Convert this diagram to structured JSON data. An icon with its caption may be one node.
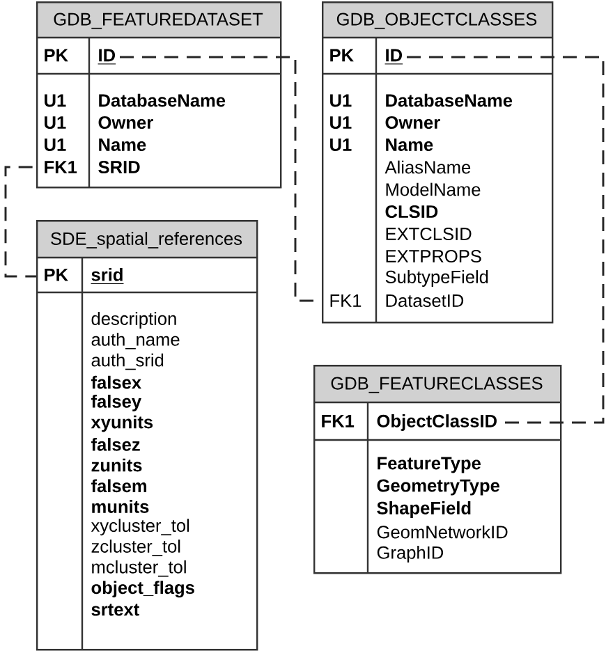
{
  "diagram": {
    "nodes": [
      {
        "text": [
          "GDB_FEATUREDATASET"
        ]
      },
      {
        "text": [
          "PK",
          "ID"
        ],
        "in": 0
      },
      {
        "text": [
          "U1",
          "DatabaseName"
        ],
        "in": 0
      },
      {
        "text": [
          "U1",
          "Owner"
        ],
        "in": 0
      },
      {
        "text": [
          "U1",
          "Name"
        ],
        "in": 0
      },
      {
        "text": [
          "FK1",
          "SRID"
        ],
        "in": 0
      },
      {
        "text": [
          "SDE_spatial_references"
        ]
      },
      {
        "text": [
          "PK",
          "srid"
        ],
        "in": 6
      },
      {
        "text": [
          "description"
        ],
        "in": 6
      },
      {
        "text": [
          "auth_name"
        ],
        "in": 6
      },
      {
        "text": [
          "auth_srid"
        ],
        "in": 6
      },
      {
        "text": [
          "falsex"
        ],
        "in": 6
      },
      {
        "text": [
          "falsey"
        ],
        "in": 6
      },
      {
        "text": [
          "xyunits"
        ],
        "in": 6
      },
      {
        "text": [
          "falsez"
        ],
        "in": 6
      },
      {
        "text": [
          "zunits"
        ],
        "in": 6
      },
      {
        "text": [
          "falsem"
        ],
        "in": 6
      },
      {
        "text": [
          "munits"
        ],
        "in": 6
      },
      {
        "text": [
          "xycluster_tol"
        ],
        "in": 6
      },
      {
        "text": [
          "zcluster_tol"
        ],
        "in": 6
      },
      {
        "text": [
          "mcluster_tol"
        ],
        "in": 6
      },
      {
        "text": [
          "object_flags"
        ],
        "in": 6
      },
      {
        "text": [
          "srtext"
        ],
        "in": 6
      },
      {
        "text": [
          "GDB_OBJECTCLASSES"
        ]
      },
      {
        "text": [
          "PK",
          "ID"
        ],
        "in": 23
      },
      {
        "text": [
          "U1",
          "DatabaseName"
        ],
        "in": 23
      },
      {
        "text": [
          "U1",
          "Owner"
        ],
        "in": 23
      },
      {
        "text": [
          "U1",
          "Name"
        ],
        "in": 23
      },
      {
        "text": [
          "AliasName"
        ],
        "in": 23
      },
      {
        "text": [
          "ModelName"
        ],
        "in": 23
      },
      {
        "text": [
          "CLSID"
        ],
        "in": 23
      },
      {
        "text": [
          "EXTCLSID"
        ],
        "in": 23
      },
      {
        "text": [
          "EXTPROPS"
        ],
        "in": 23
      },
      {
        "text": [
          "SubtypeField"
        ],
        "in": 23
      },
      {
        "text": [
          "FK1",
          "DatasetID"
        ],
        "in": 23
      },
      {
        "text": [
          "GDB_FEATURECLASSES"
        ]
      },
      {
        "text": [
          "FK1",
          "ObjectClassID"
        ],
        "in": 35
      },
      {
        "text": [
          "FeatureType"
        ],
        "in": 35
      },
      {
        "text": [
          "GeometryType"
        ],
        "in": 35
      },
      {
        "text": [
          "ShapeField"
        ],
        "in": 35
      },
      {
        "text": [
          "GeomNetworkID"
        ],
        "in": 35
      },
      {
        "text": [
          "GraphID"
        ],
        "in": 35
      }
    ],
    "edges": [
      {
        "from": 5,
        "to": 7,
        "arrow": "none",
        "style": "dashed"
      },
      {
        "from": 1,
        "to": 34,
        "arrow": "none",
        "style": "dashed"
      },
      {
        "from": 24,
        "to": 36,
        "arrow": "none",
        "style": "dashed"
      }
    ]
  }
}
